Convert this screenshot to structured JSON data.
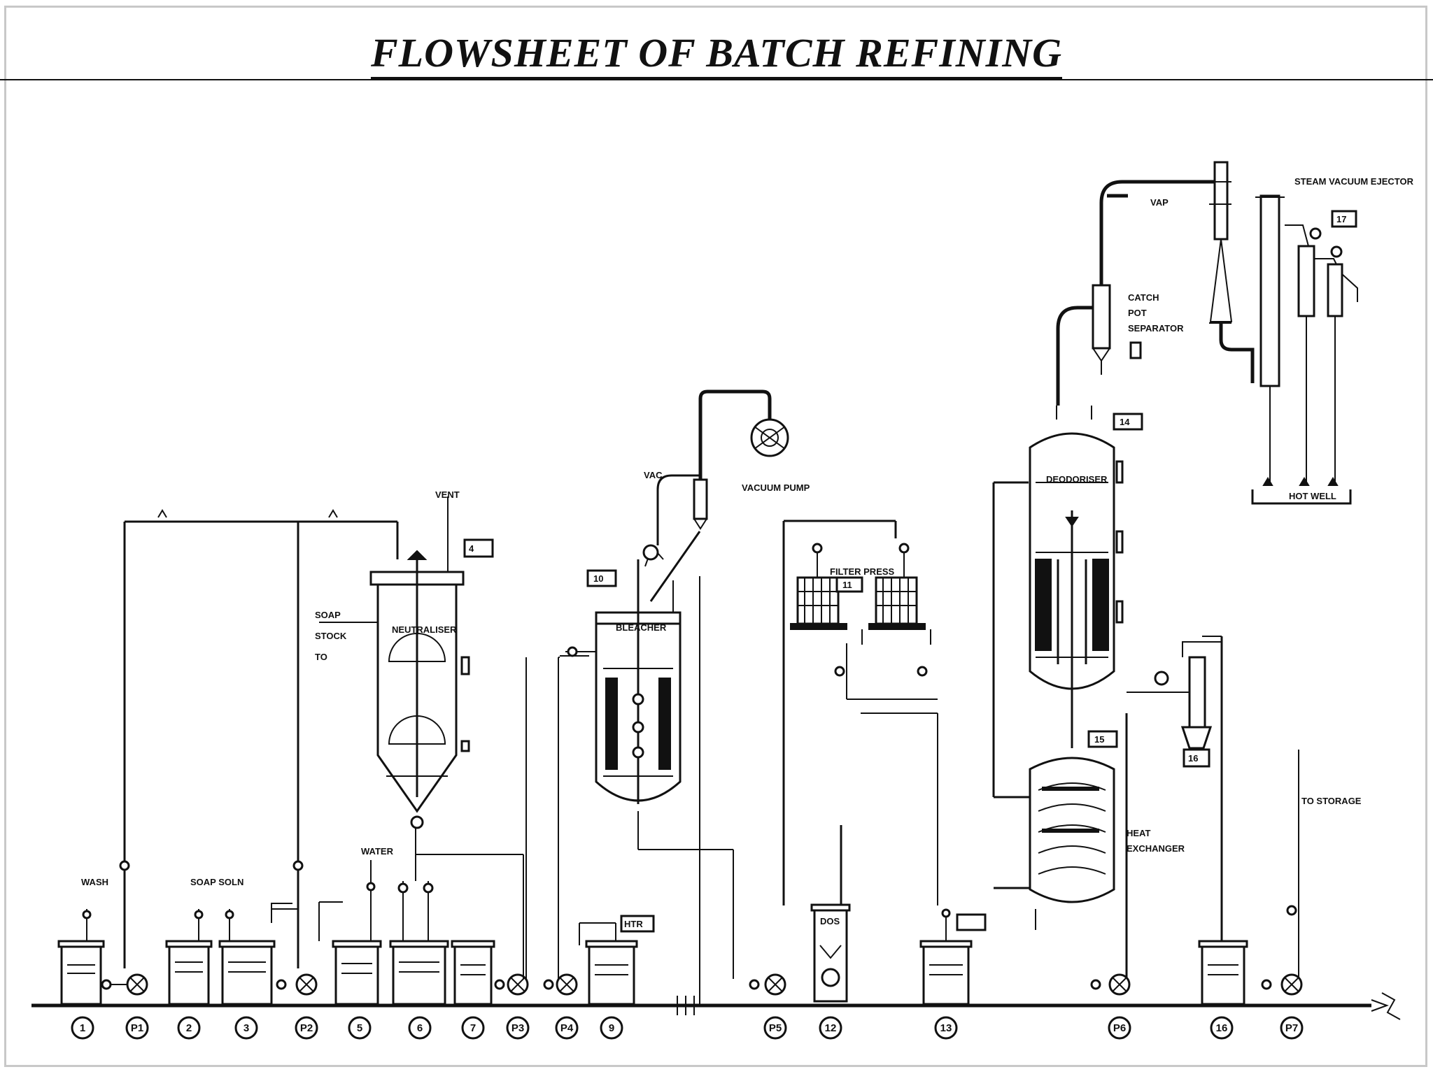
{
  "title": "FLOWSHEET OF BATCH REFINING",
  "station_numbers": [
    {
      "id": "n1",
      "text": "1"
    },
    {
      "id": "n2",
      "text": "P1"
    },
    {
      "id": "n3",
      "text": "2"
    },
    {
      "id": "n4",
      "text": "3"
    },
    {
      "id": "n5",
      "text": "P2"
    },
    {
      "id": "n6",
      "text": "5"
    },
    {
      "id": "n7",
      "text": "6"
    },
    {
      "id": "n8",
      "text": "7"
    },
    {
      "id": "n9",
      "text": "P3"
    },
    {
      "id": "n10",
      "text": "P4"
    },
    {
      "id": "n11",
      "text": "9"
    },
    {
      "id": "n12",
      "text": "P5"
    },
    {
      "id": "n13",
      "text": "12"
    },
    {
      "id": "n14",
      "text": "13"
    },
    {
      "id": "n15",
      "text": "P6"
    },
    {
      "id": "n16",
      "text": "16"
    },
    {
      "id": "n17",
      "text": "P7"
    }
  ],
  "colors": {
    "ink": "#111111",
    "paper": "#ffffff",
    "frame": "#c8c8c8"
  }
}
